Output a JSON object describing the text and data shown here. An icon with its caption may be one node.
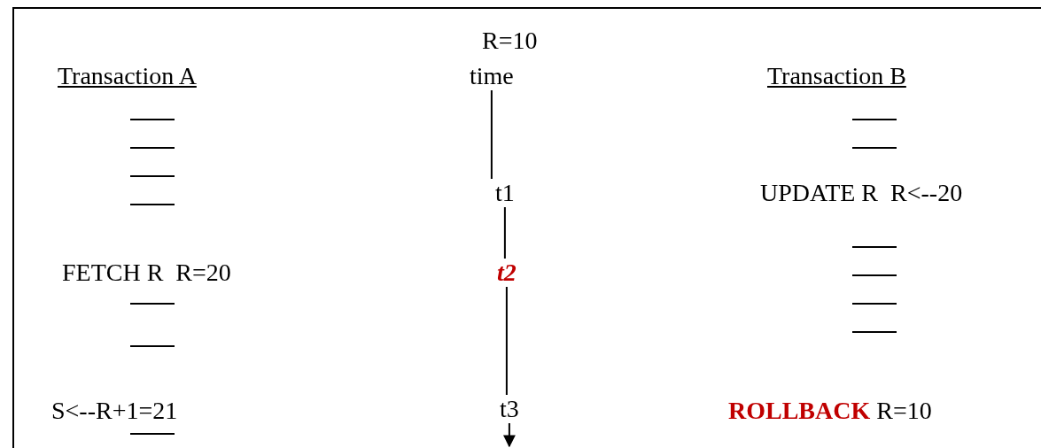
{
  "diagram": {
    "nodes": [
      {
        "text": [
          "time"
        ]
      },
      {
        "text": [
          "t1"
        ]
      },
      {
        "text": [
          "t2"
        ]
      },
      {
        "text": [
          "t3"
        ]
      }
    ],
    "edges": [
      {
        "from": 0,
        "to": 1,
        "arrow": "none"
      },
      {
        "from": 1,
        "to": 2,
        "arrow": "none"
      },
      {
        "from": 2,
        "to": 3,
        "arrow": "none"
      },
      {
        "from": 3,
        "to": null,
        "arrow": "to"
      }
    ],
    "labels": [
      "R=10",
      "Transaction A",
      "Transaction B",
      "UPDATE R  R<--20",
      "FETCH R  R=20",
      "S<--R+1=21",
      "**ROLLBACK** R=10"
    ]
  }
}
